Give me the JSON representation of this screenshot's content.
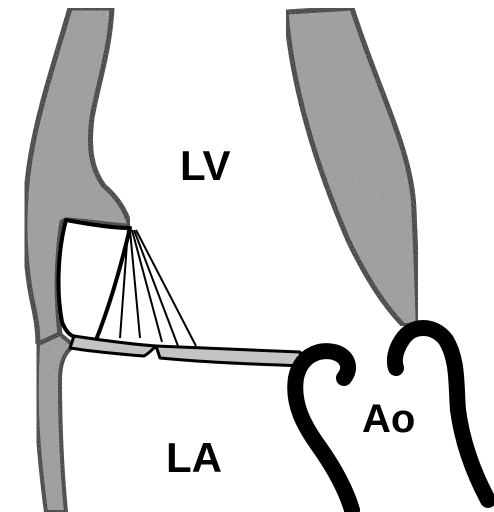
{
  "labels": {
    "lv": "LV",
    "la": "LA",
    "ao": "Ao"
  },
  "colors": {
    "wall_fill": "#9a9a9a",
    "leaflet_fill": "#c4c4c4",
    "outline": "#000000",
    "background": "#ffffff"
  }
}
